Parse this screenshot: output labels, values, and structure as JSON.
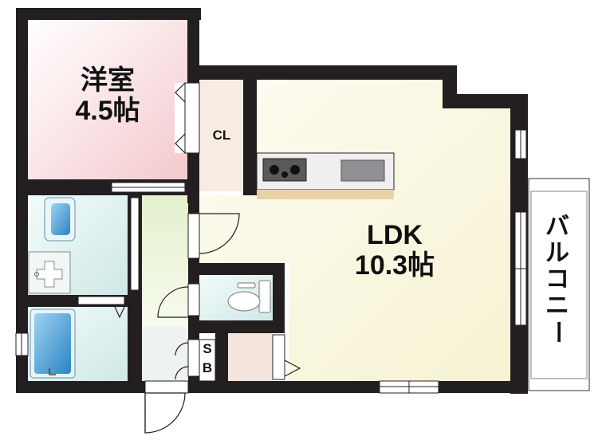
{
  "rooms": {
    "western": {
      "name": "洋室",
      "size": "4.5帖",
      "color": "#f5d4d6"
    },
    "closet": {
      "label": "CL",
      "color": "#f8ebe1"
    },
    "ldk": {
      "name": "LDK",
      "size": "10.3帖",
      "color": "#fbf9e8"
    },
    "shoe_box": {
      "line1": "S",
      "line2": "B"
    },
    "balcony": {
      "label": "バルコニー"
    },
    "wet_area_color": "#dff1ef",
    "hall_color": "#eef5dc",
    "store_color": "#f8e6de"
  },
  "colors": {
    "wall": "#231f20",
    "counter": "#e8d2a6"
  }
}
